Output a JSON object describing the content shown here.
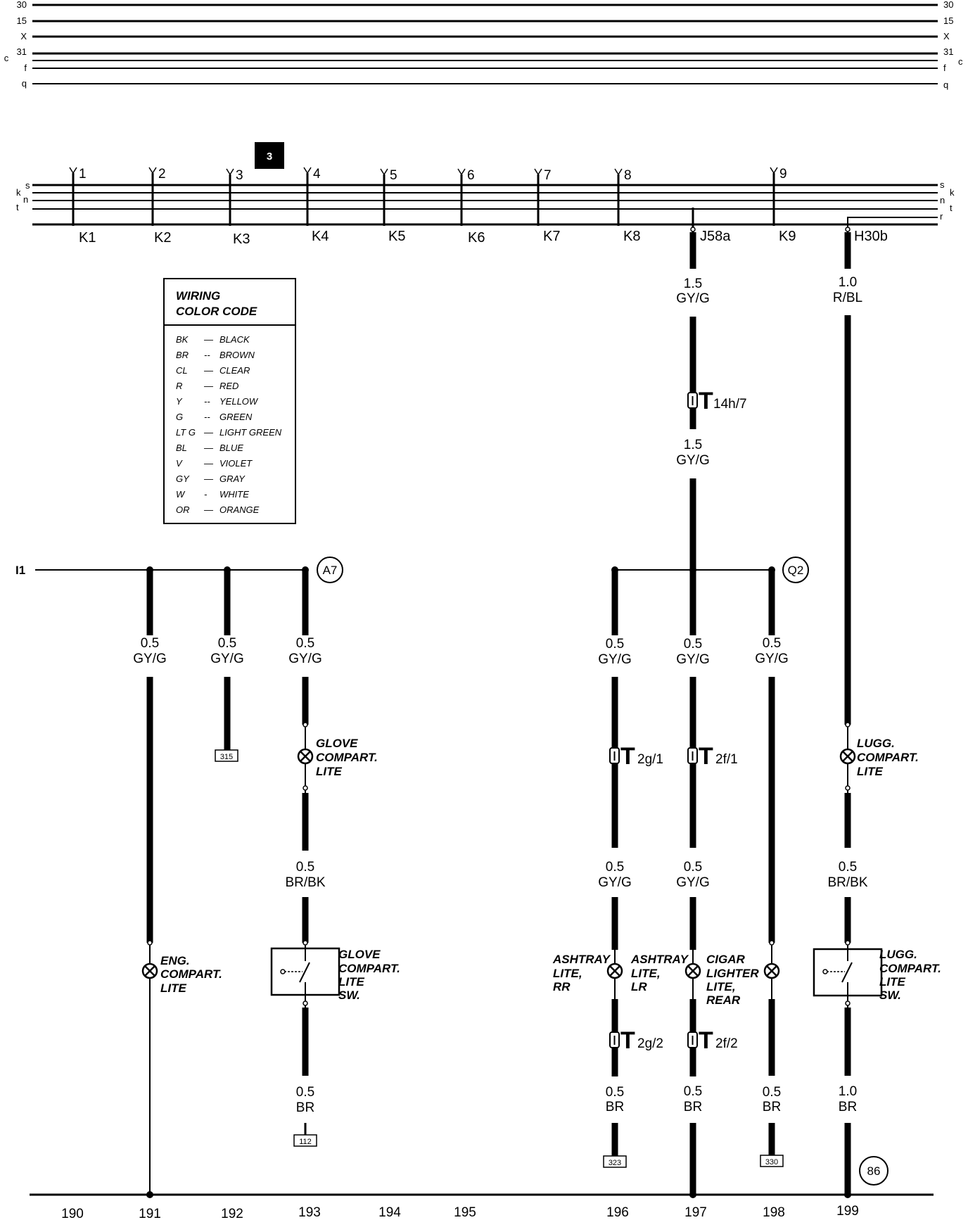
{
  "rails_top": [
    {
      "left": "30",
      "right": "30"
    },
    {
      "left": "15",
      "right": "15"
    },
    {
      "left": "X",
      "right": "X"
    },
    {
      "left": "31",
      "right": "31"
    },
    {
      "left": "f",
      "right": "f"
    },
    {
      "left": "q",
      "right": "q"
    }
  ],
  "rail_side_letter": "c",
  "box_marker": "3",
  "bus_rails": [
    {
      "left": "s",
      "right": "s"
    },
    {
      "left": "k",
      "right": "k"
    },
    {
      "left": "n",
      "right": "n"
    },
    {
      "left": "t",
      "right": "t"
    },
    {
      "left": "",
      "right": "r"
    }
  ],
  "fuses": [
    {
      "num": "1",
      "label": "K1"
    },
    {
      "num": "2",
      "label": "K2"
    },
    {
      "num": "3",
      "label": "K3"
    },
    {
      "num": "4",
      "label": "K4"
    },
    {
      "num": "5",
      "label": "K5"
    },
    {
      "num": "6",
      "label": "K6"
    },
    {
      "num": "7",
      "label": "K7"
    },
    {
      "num": "8",
      "label": "K8"
    },
    {
      "num": "",
      "label": "J58a"
    },
    {
      "num": "9",
      "label": "K9"
    },
    {
      "num": "",
      "label": "H30b"
    }
  ],
  "legend": {
    "title_1": "WIRING",
    "title_2": "COLOR CODE",
    "rows": [
      {
        "code": "BK",
        "dash": "—",
        "name": "BLACK"
      },
      {
        "code": "BR",
        "dash": "--",
        "name": "BROWN"
      },
      {
        "code": "CL",
        "dash": "—",
        "name": "CLEAR"
      },
      {
        "code": "R",
        "dash": "—",
        "name": "RED"
      },
      {
        "code": "Y",
        "dash": "--",
        "name": "YELLOW"
      },
      {
        "code": "G",
        "dash": "--",
        "name": "GREEN"
      },
      {
        "code": "LT G",
        "dash": "—",
        "name": "LIGHT GREEN"
      },
      {
        "code": "BL",
        "dash": "—",
        "name": "BLUE"
      },
      {
        "code": "V",
        "dash": "—",
        "name": "VIOLET"
      },
      {
        "code": "GY",
        "dash": "—",
        "name": "GRAY"
      },
      {
        "code": "W",
        "dash": "-",
        "name": "WHITE"
      },
      {
        "code": "OR",
        "dash": "—",
        "name": "ORANGE"
      }
    ]
  },
  "left_line_label": "I1",
  "refs": {
    "a7": "A7",
    "q2": "Q2",
    "r86": "86"
  },
  "ground_refs": {
    "g315": "315",
    "g112": "112",
    "g323": "323",
    "g330": "330"
  },
  "wires": {
    "w_j58a_a": {
      "gauge": "1.5",
      "color": "GY/G"
    },
    "w_j58a_b": {
      "gauge": "1.5",
      "color": "GY/G"
    },
    "w_h30b": {
      "gauge": "1.0",
      "color": "R/BL"
    },
    "w_191": {
      "gauge": "0.5",
      "color": "GY/G"
    },
    "w_192": {
      "gauge": "0.5",
      "color": "GY/G"
    },
    "w_193a": {
      "gauge": "0.5",
      "color": "GY/G"
    },
    "w_193b": {
      "gauge": "0.5",
      "color": "BR/BK"
    },
    "w_193c": {
      "gauge": "0.5",
      "color": "BR"
    },
    "w_196a": {
      "gauge": "0.5",
      "color": "GY/G"
    },
    "w_196b": {
      "gauge": "0.5",
      "color": "GY/G"
    },
    "w_196c": {
      "gauge": "0.5",
      "color": "BR"
    },
    "w_197a": {
      "gauge": "0.5",
      "color": "GY/G"
    },
    "w_197b": {
      "gauge": "0.5",
      "color": "GY/G"
    },
    "w_197c": {
      "gauge": "0.5",
      "color": "BR"
    },
    "w_198a": {
      "gauge": "0.5",
      "color": "GY/G"
    },
    "w_198c": {
      "gauge": "0.5",
      "color": "BR"
    },
    "w_199b": {
      "gauge": "0.5",
      "color": "BR/BK"
    },
    "w_199c": {
      "gauge": "1.0",
      "color": "BR"
    }
  },
  "connectors": {
    "t14h7": {
      "big": "T",
      "sub": "14h/7"
    },
    "t2g1": {
      "big": "T",
      "sub": "2g/1"
    },
    "t2f1": {
      "big": "T",
      "sub": "2f/1"
    },
    "t2g2": {
      "big": "T",
      "sub": "2g/2"
    },
    "t2f2": {
      "big": "T",
      "sub": "2f/2"
    }
  },
  "components": {
    "glove_lite": [
      "GLOVE",
      "COMPART.",
      "LITE"
    ],
    "lugg_lite": [
      "LUGG.",
      "COMPART.",
      "LITE"
    ],
    "eng_lite": [
      "ENG.",
      "COMPART.",
      "LITE"
    ],
    "glove_sw": [
      "GLOVE",
      "COMPART.",
      "LITE",
      "SW."
    ],
    "lugg_sw": [
      "LUGG.",
      "COMPART.",
      "LITE",
      "SW."
    ],
    "ashtray_rr": [
      "ASHTRAY",
      "LITE,",
      "RR"
    ],
    "ashtray_lr": [
      "ASHTRAY",
      "LITE,",
      "LR"
    ],
    "cigar": [
      "CIGAR",
      "LIGHTER",
      "LITE,",
      "REAR"
    ]
  },
  "columns": [
    "190",
    "191",
    "192",
    "193",
    "194",
    "195",
    "196",
    "197",
    "198",
    "199"
  ]
}
